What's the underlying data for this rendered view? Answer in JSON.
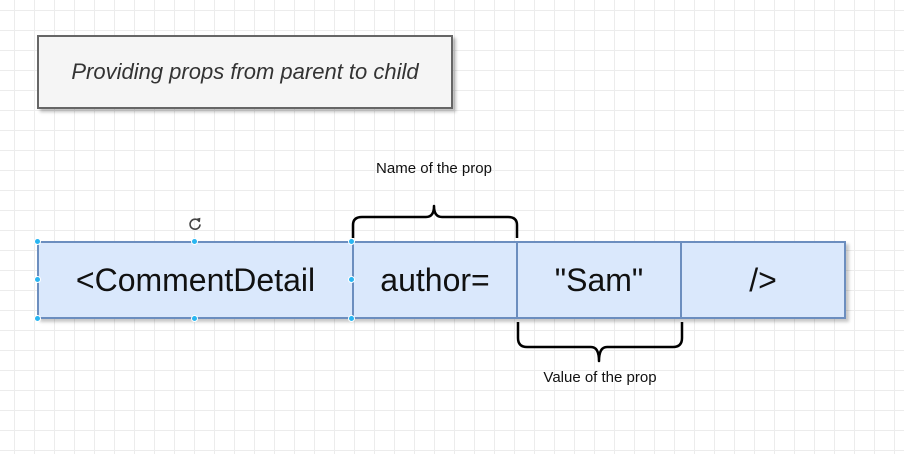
{
  "title": "Providing props from parent to child",
  "jsx_cells": [
    "<CommentDetail",
    "author=",
    "\"Sam\"",
    "/>"
  ],
  "annotations": {
    "name_label": "Name of the prop",
    "value_label": "Value of the prop"
  },
  "icons": {
    "rotate": "rotate-icon",
    "selection_handles": "selection-handle-icon"
  },
  "colors": {
    "cell_fill": "#dae8fc",
    "cell_border": "#6c8ebf",
    "title_fill": "#f5f5f5",
    "title_border": "#666666",
    "selection": "#29b6f2"
  }
}
